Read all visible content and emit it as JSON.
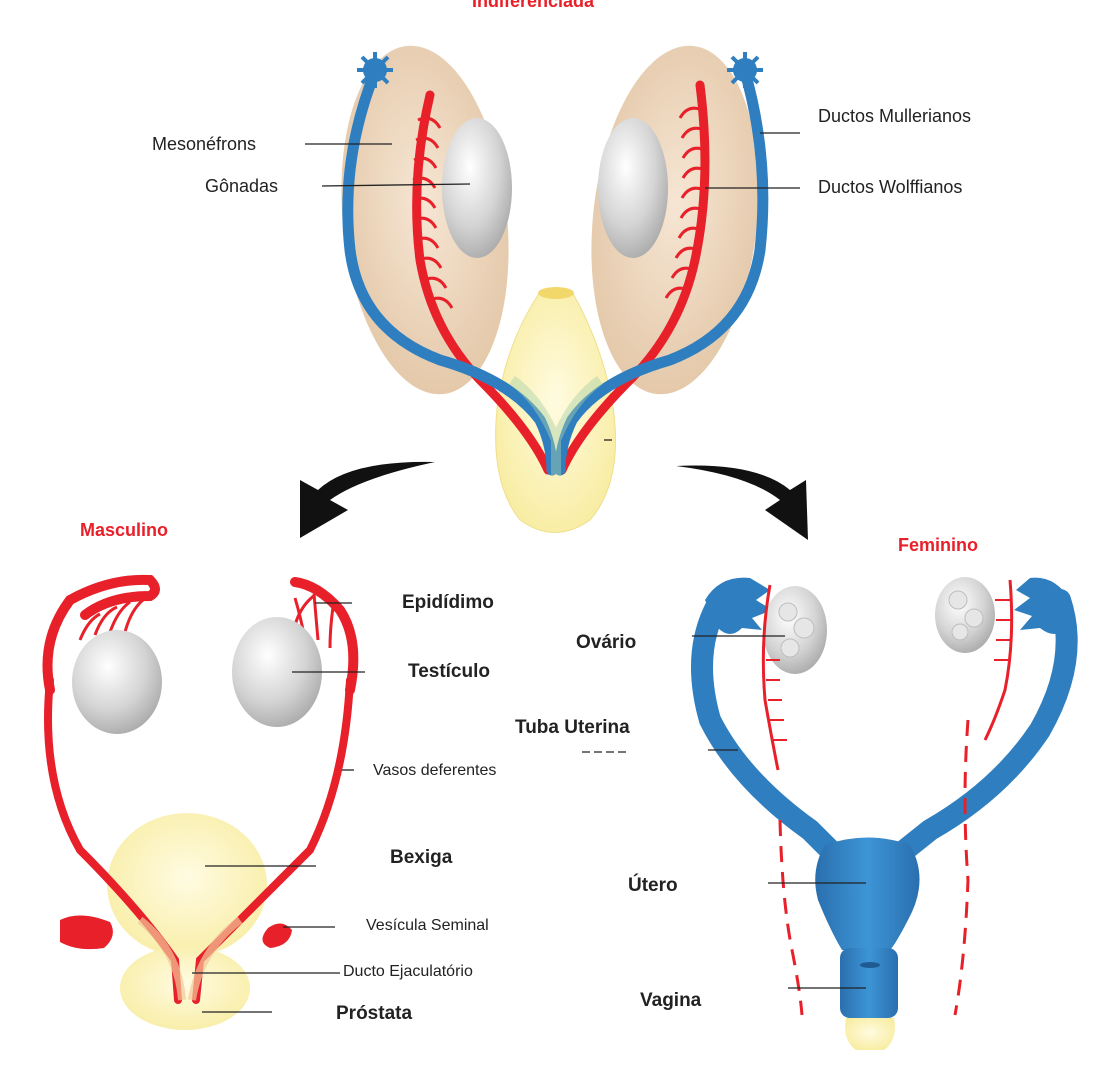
{
  "titles": {
    "top": "Indiferenciada",
    "male": "Masculino",
    "female": "Feminino"
  },
  "top_labels": {
    "mesonefrons": "Mesonéfrons",
    "gonadas": "Gônadas",
    "mullerianos": "Ductos Mullerianos",
    "wolffianos": "Ductos Wolffianos"
  },
  "male_labels": {
    "epididimo": "Epidídimo",
    "testiculo": "Testículo",
    "vasos": "Vasos deferentes",
    "bexiga": "Bexiga",
    "vesicula": "Vesícula Seminal",
    "ducto_ejac": "Ducto Ejaculatório",
    "prostata": "Próstata"
  },
  "female_labels": {
    "ovario": "Ovário",
    "tuba": "Tuba Uterina",
    "utero": "Útero",
    "vagina": "Vagina"
  },
  "colors": {
    "red": "#e8202a",
    "blue": "#2f7fc0",
    "tan": "#eed7bd",
    "yellow": "#fbf2b6",
    "grey": "#d6d6d6"
  }
}
